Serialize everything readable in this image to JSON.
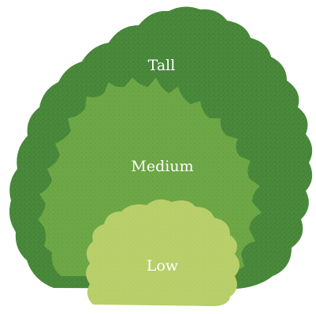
{
  "layers": [
    {
      "key": "tall",
      "label": "Tall",
      "color": "#4a8a3b",
      "shadow": "#24562a"
    },
    {
      "key": "medium",
      "label": "Medium",
      "color": "#6ea846",
      "shadow": "#2d6a2f"
    },
    {
      "key": "low",
      "label": "Low",
      "color": "#b9cf6a",
      "shadow": "#8fb15a"
    }
  ]
}
